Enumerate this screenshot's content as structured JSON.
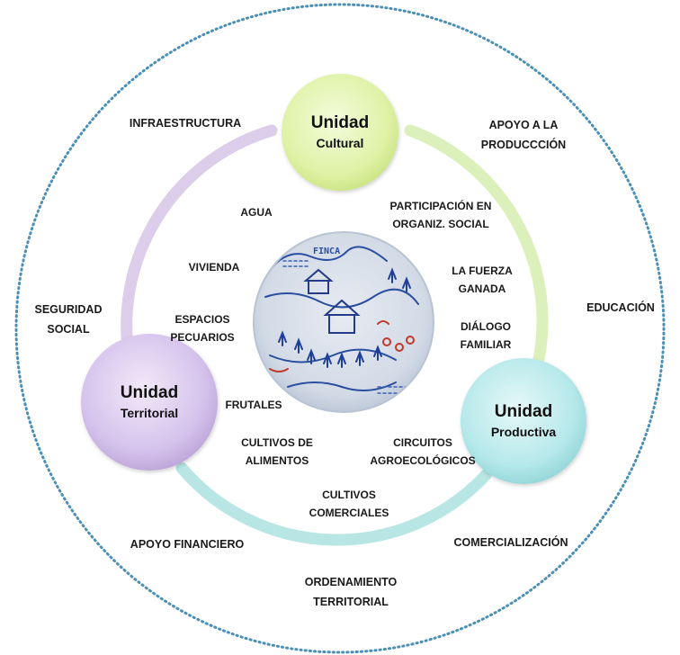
{
  "units": {
    "cultural": {
      "title": "Unidad",
      "subtitle": "Cultural"
    },
    "territorial": {
      "title": "Unidad",
      "subtitle": "Territorial"
    },
    "productiva": {
      "title": "Unidad",
      "subtitle": "Productiva"
    }
  },
  "outer_labels": {
    "infraestructura": "INFRAESTRUCTURA",
    "apoyo_produccion_1": "APOYO A LA",
    "apoyo_produccion_2": "PRODUCCCIÓN",
    "educacion": "EDUCACIÓN",
    "seguridad_1": "SEGURIDAD",
    "seguridad_2": "SOCIAL",
    "comercializacion": "COMERCIALIZACIÓN",
    "apoyo_financiero": "APOYO FINANCIERO",
    "ordenamiento_1": "ORDENAMIENTO",
    "ordenamiento_2": "TERRITORIAL"
  },
  "inner_labels": {
    "agua": "AGUA",
    "vivienda": "VIVIENDA",
    "espacios_1": "ESPACIOS",
    "espacios_2": "PECUARIOS",
    "frutales": "FRUTALES",
    "cultivos_alimentos_1": "CULTIVOS DE",
    "cultivos_alimentos_2": "ALIMENTOS",
    "cultivos_comerciales_1": "CULTIVOS",
    "cultivos_comerciales_2": "COMERCIALES",
    "circuitos_1": "CIRCUITOS",
    "circuitos_2": "AGROECOLÓGICOS",
    "participacion_1": "PARTICIPACIÓN EN",
    "participacion_2": "ORGANIZ. SOCIAL",
    "fuerza_1": "LA FUERZA",
    "fuerza_2": "GANADA",
    "dialogo_1": "DIÁLOGO",
    "dialogo_2": "FAMILIAR"
  },
  "center_photo": {
    "caption": "FINCA"
  },
  "colors": {
    "dotted_border": "#4a8fb5",
    "ring_purple": "#d8c7e6",
    "ring_green": "#dbf0b8",
    "ring_teal": "#b6e6e4",
    "cultural_fill": "#dff2a6",
    "territorial_fill": "#d5c2ec",
    "productiva_fill": "#b5e8ea"
  }
}
